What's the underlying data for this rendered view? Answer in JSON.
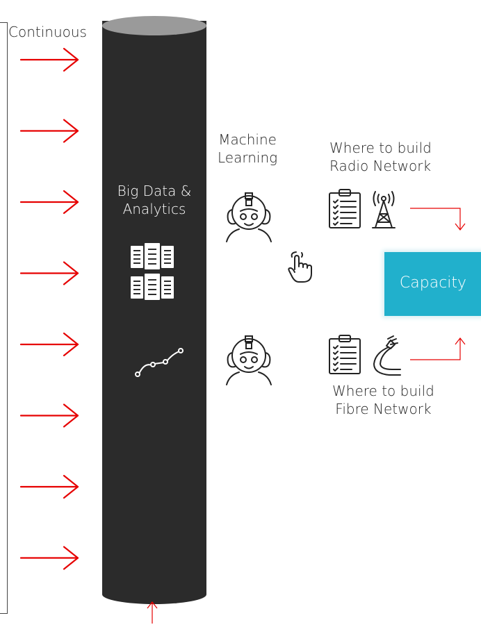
{
  "left_bracket": {
    "label": "Continuous"
  },
  "cylinder": {
    "label_lines": [
      "Big Data  &",
      "Analytics"
    ]
  },
  "machine_learning": {
    "label_lines": [
      "Machine",
      "Learning"
    ]
  },
  "radio": {
    "title_lines": [
      "Where to build",
      "Radio Network"
    ]
  },
  "fibre": {
    "title_lines": [
      "Where to build",
      "Fibre Network"
    ]
  },
  "capacity": {
    "label": "Capacity"
  },
  "input_arrows": {
    "count": 8
  },
  "colors": {
    "arrow_red": "#e60000",
    "cylinder_body": "#2b2b2b",
    "cylinder_top": "#9a9a9a",
    "capacity_fill": "#21b0cc",
    "text": "#222222"
  },
  "icons": {
    "cylinder": [
      "server-rack-icon",
      "server-rack-icon",
      "trend-line-icon"
    ],
    "machine_learning": [
      "robot-icon",
      "robot-icon",
      "hand-pointer-icon"
    ],
    "radio": [
      "checklist-icon",
      "radio-tower-icon"
    ],
    "fibre": [
      "checklist-icon",
      "fibre-cable-icon"
    ]
  }
}
